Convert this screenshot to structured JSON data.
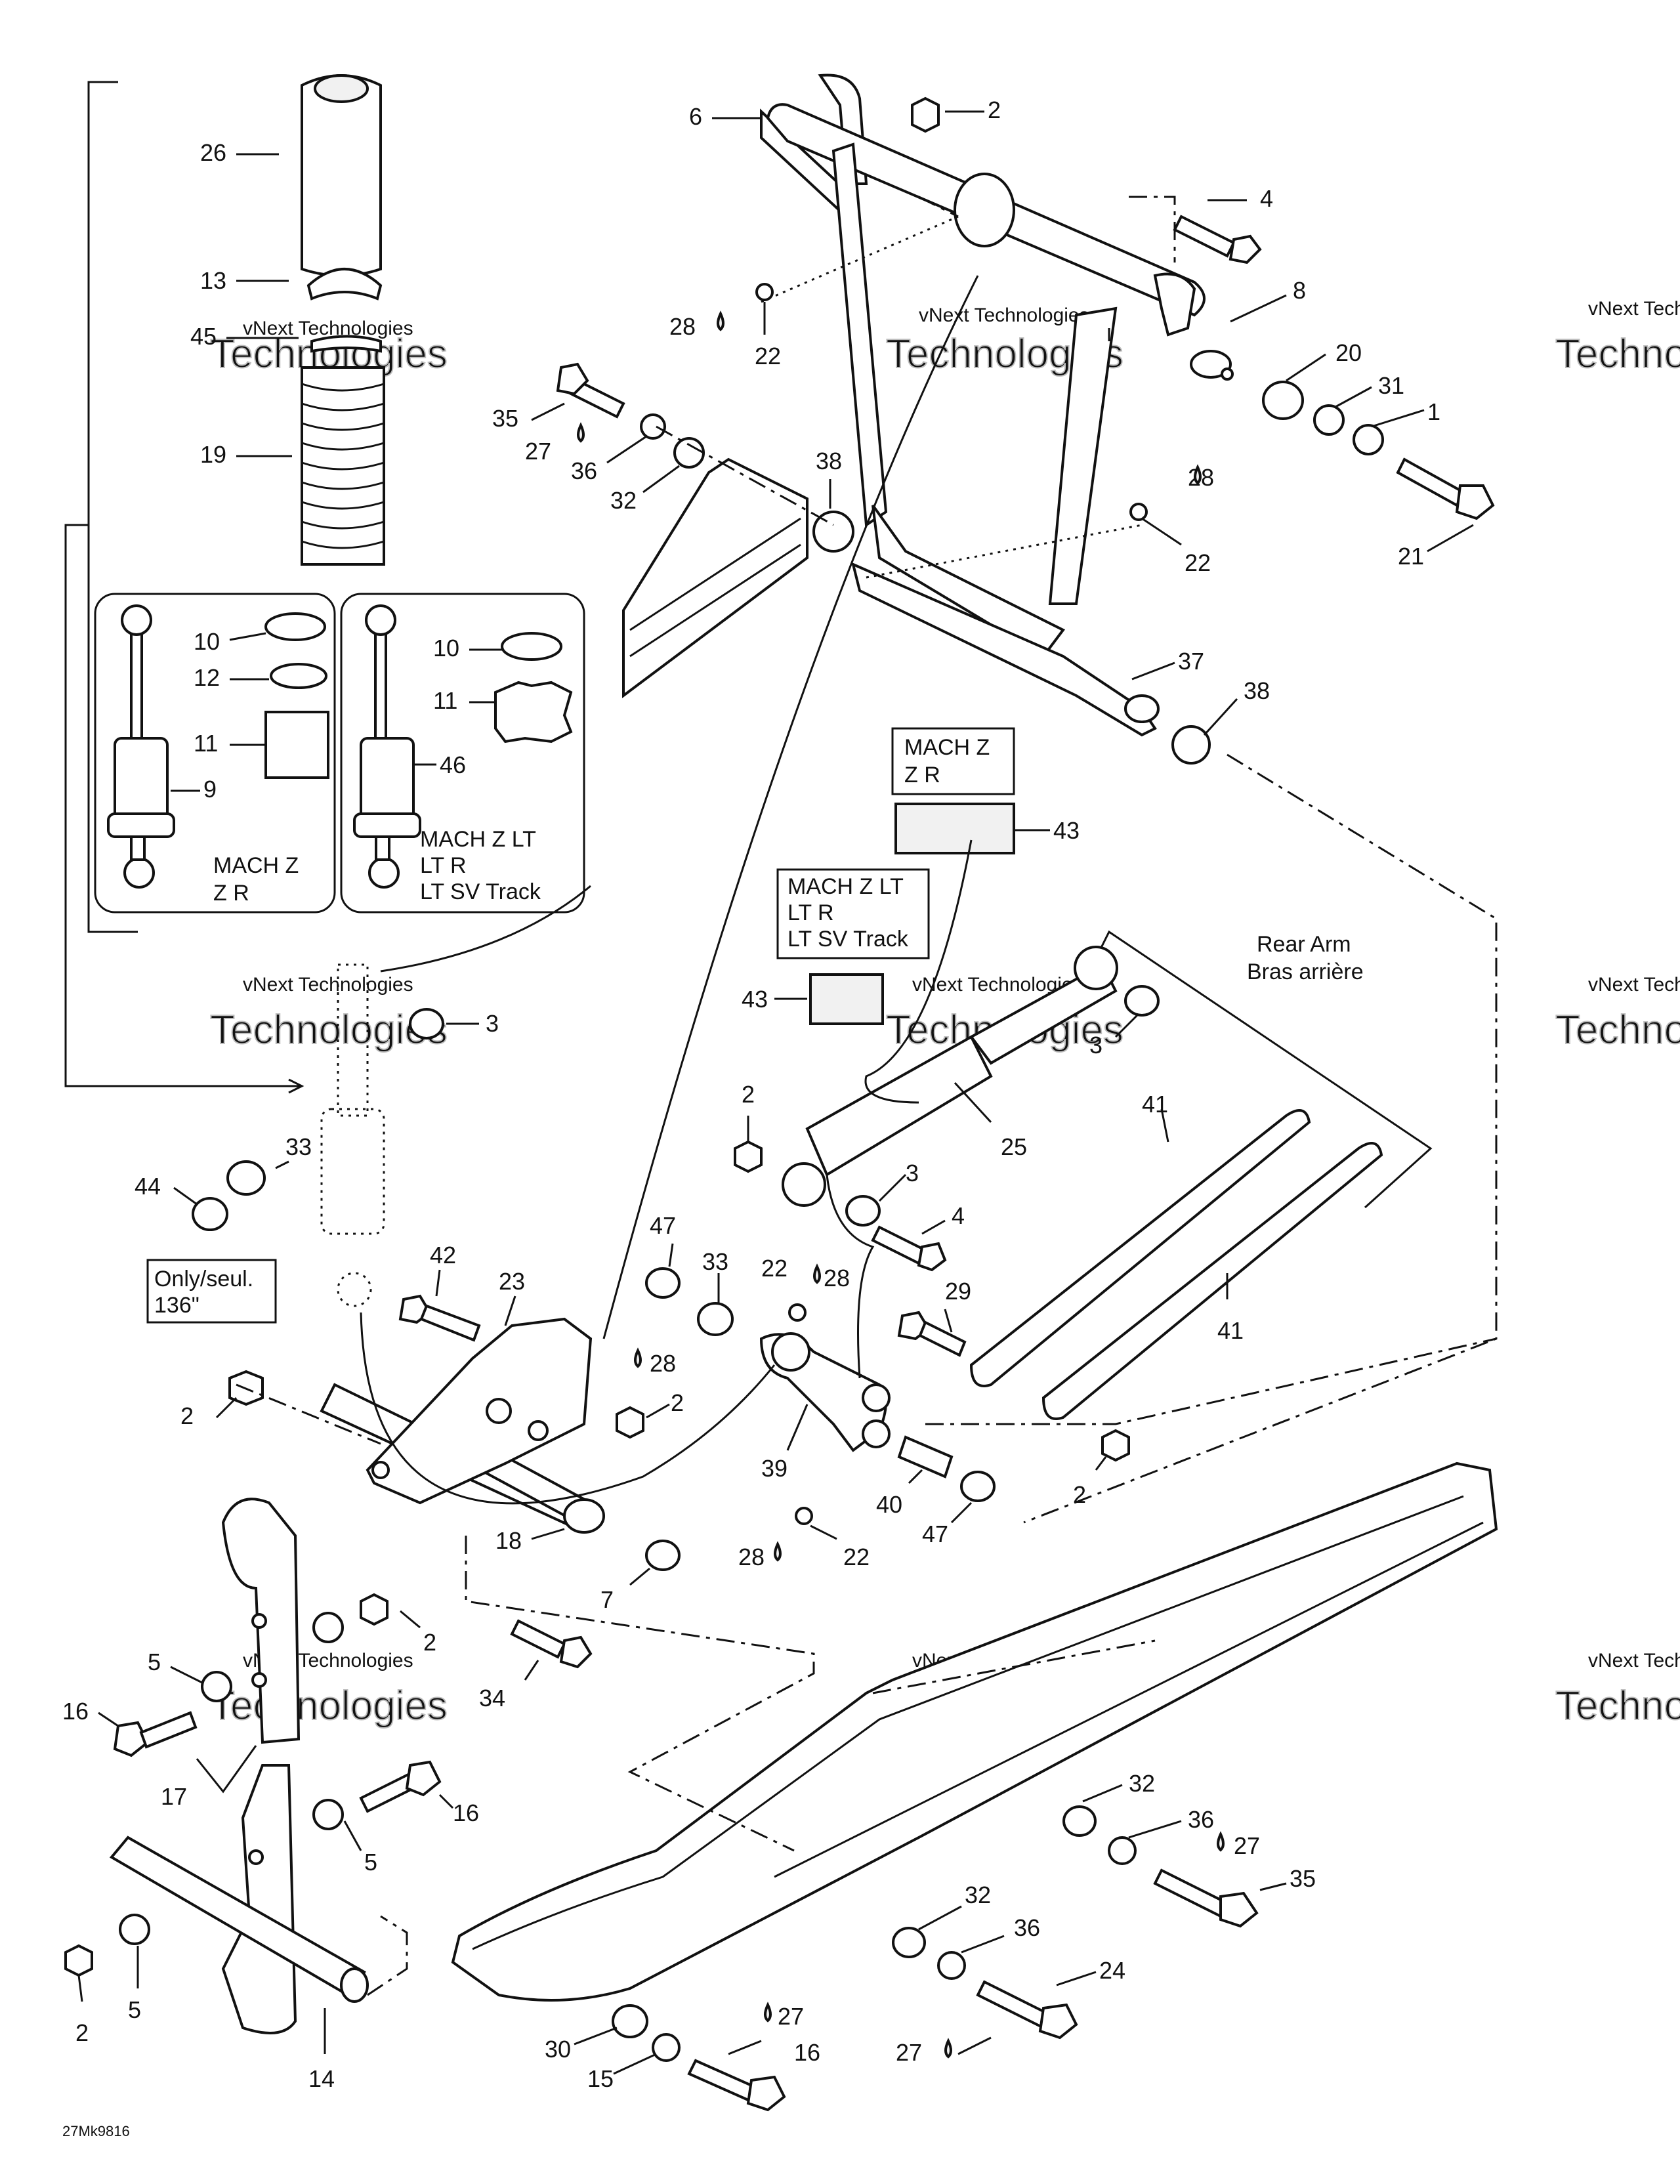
{
  "diagram": {
    "drawing_number": "27Mk9816",
    "callouts": [
      "1",
      "2",
      "3",
      "4",
      "5",
      "6",
      "7",
      "8",
      "9",
      "10",
      "11",
      "12",
      "13",
      "14",
      "15",
      "16",
      "17",
      "18",
      "19",
      "20",
      "21",
      "22",
      "23",
      "24",
      "25",
      "26",
      "27",
      "28",
      "29",
      "30",
      "31",
      "32",
      "33",
      "34",
      "35",
      "36",
      "37",
      "38",
      "39",
      "40",
      "41",
      "42",
      "43",
      "44",
      "45",
      "46",
      "47"
    ],
    "rear_arm_label": {
      "en": "Rear Arm",
      "fr": "Bras arrière"
    },
    "inset_left_models": [
      "MACH Z",
      "Z R"
    ],
    "inset_right_models": [
      "MACH Z LT",
      "LT R",
      "LT SV Track"
    ],
    "decal_box_a_models": [
      "MACH Z",
      "Z R"
    ],
    "decal_box_b_models": [
      "MACH Z LT",
      "LT R",
      "LT SV Track"
    ],
    "note_box": [
      "Only/seul.",
      "136\""
    ],
    "watermark": {
      "line1": "vNext Technologies",
      "line2": "Technologies"
    },
    "colors": {
      "ink": "#111111",
      "paper": "#ffffff",
      "watermark": "#9a9a9a"
    }
  }
}
